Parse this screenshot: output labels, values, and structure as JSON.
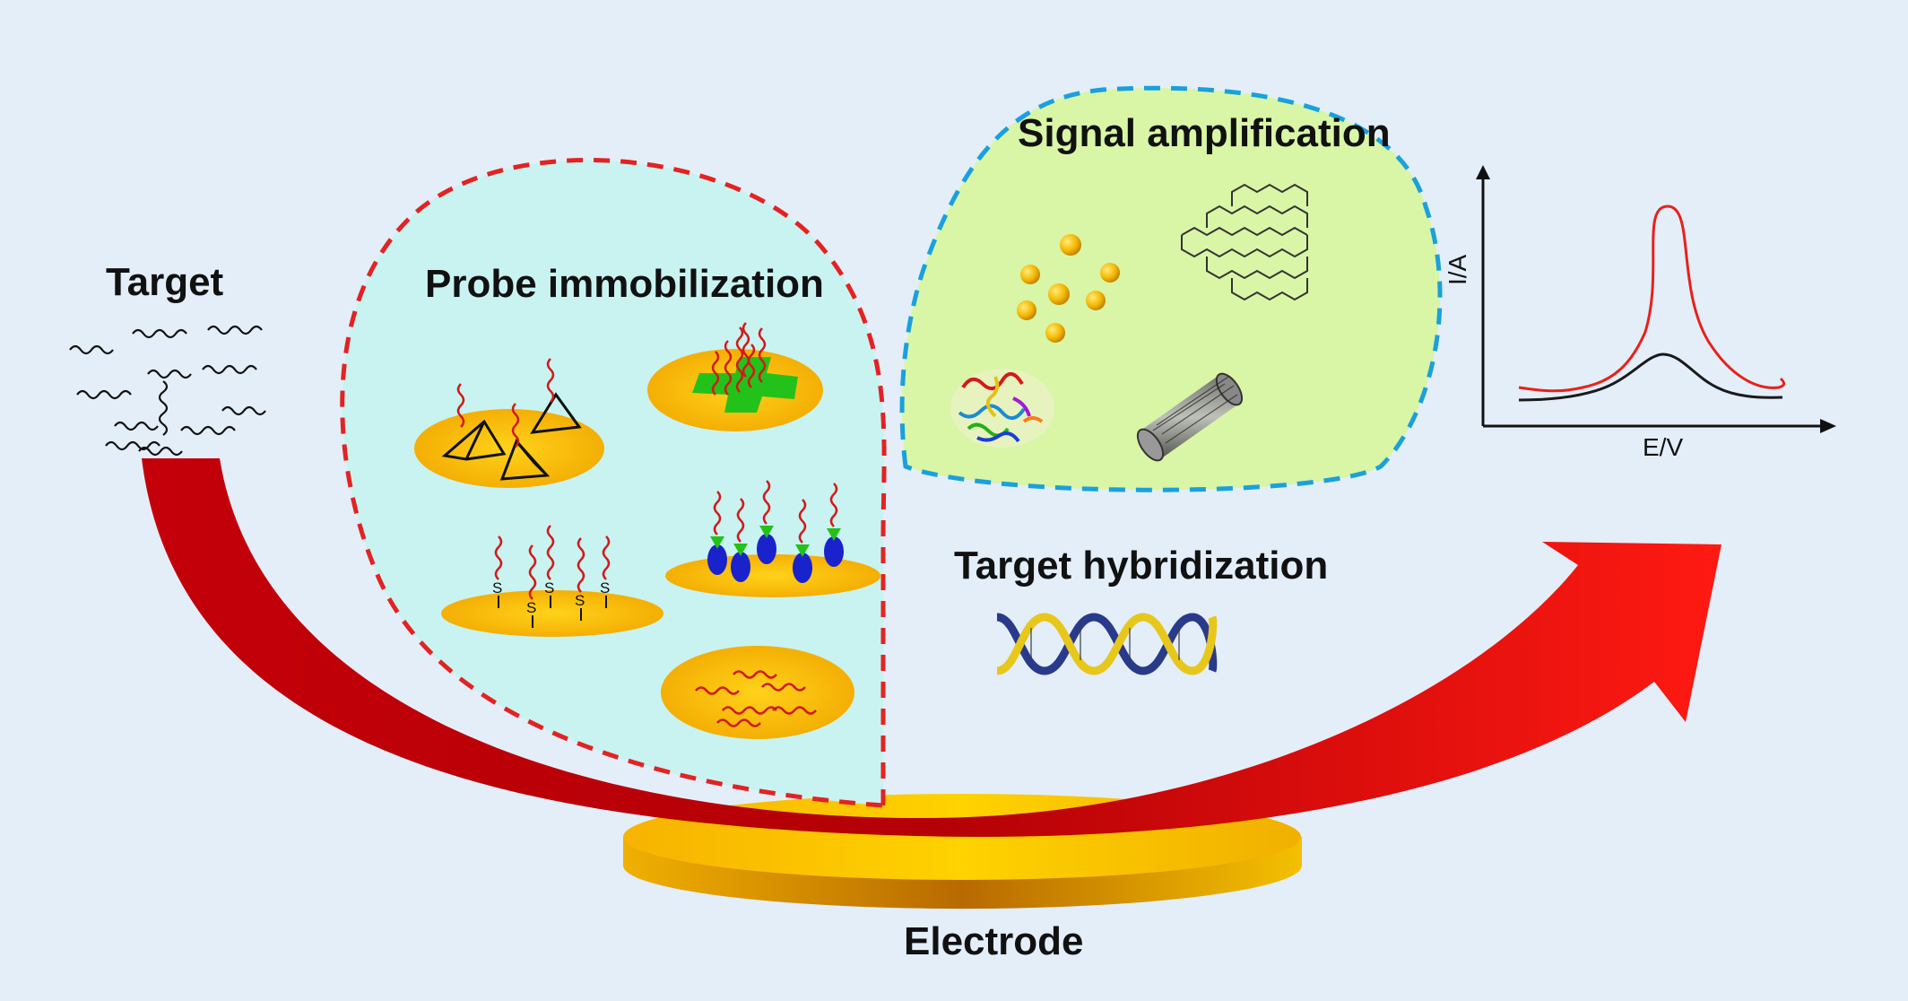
{
  "labels": {
    "target": "Target",
    "probe_immobilization": "Probe immobilization",
    "signal_amplification": "Signal amplification",
    "target_hybridization": "Target hybridization",
    "electrode": "Electrode"
  },
  "plot": {
    "x_axis": "E/V",
    "y_axis": "I/A"
  },
  "thiol_label": "S",
  "colors": {
    "background": "#e3eef9",
    "arrow_red": "#e8000b",
    "electrode_gold": "#f5c400",
    "probe_region_fill": "#c9f3f1",
    "probe_region_border": "#e32222",
    "signal_region_fill": "#d9f5a6",
    "signal_region_border": "#1aa0dd",
    "curve_high": "#e8211a",
    "curve_low": "#1a1a1a",
    "dna_strand": "#d21a1a",
    "gold_nanoparticle": "#f2b800"
  }
}
